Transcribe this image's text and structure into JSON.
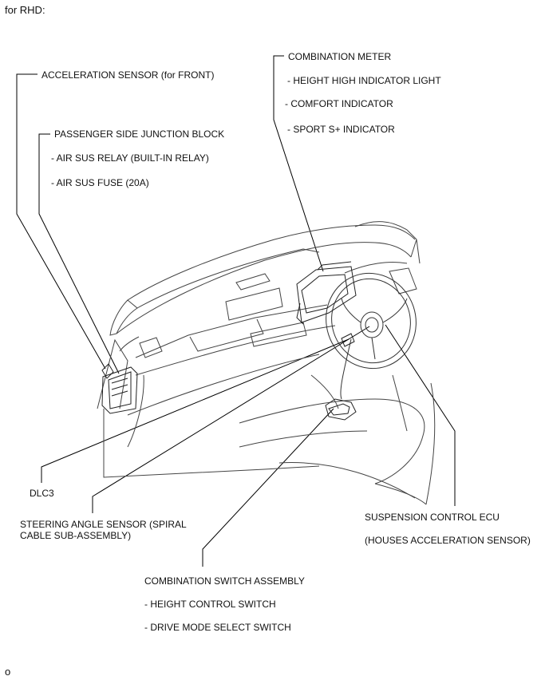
{
  "header": {
    "title": "for RHD:"
  },
  "labels": {
    "acceleration_sensor": "ACCELERATION SENSOR (for FRONT)",
    "junction_block": "PASSENGER SIDE JUNCTION BLOCK",
    "air_sus_relay": "- AIR SUS RELAY (BUILT-IN RELAY)",
    "air_sus_fuse": "- AIR SUS FUSE (20A)",
    "combination_meter": "COMBINATION METER",
    "height_high_indicator": "- HEIGHT HIGH INDICATOR LIGHT",
    "comfort_indicator": "- COMFORT INDICATOR",
    "sport_indicator": "- SPORT S+ INDICATOR",
    "dlc3": "DLC3",
    "steering_angle_sensor": "STEERING ANGLE SENSOR (SPIRAL CABLE SUB-ASSEMBLY)",
    "suspension_ecu": "SUSPENSION CONTROL ECU",
    "suspension_ecu_note": "(HOUSES ACCELERATION SENSOR)",
    "combination_switch": "COMBINATION SWITCH ASSEMBLY",
    "height_control_switch": "- HEIGHT CONTROL SWITCH",
    "drive_mode_switch": "- DRIVE MODE SELECT SWITCH"
  },
  "footer": {
    "mark": "o"
  }
}
